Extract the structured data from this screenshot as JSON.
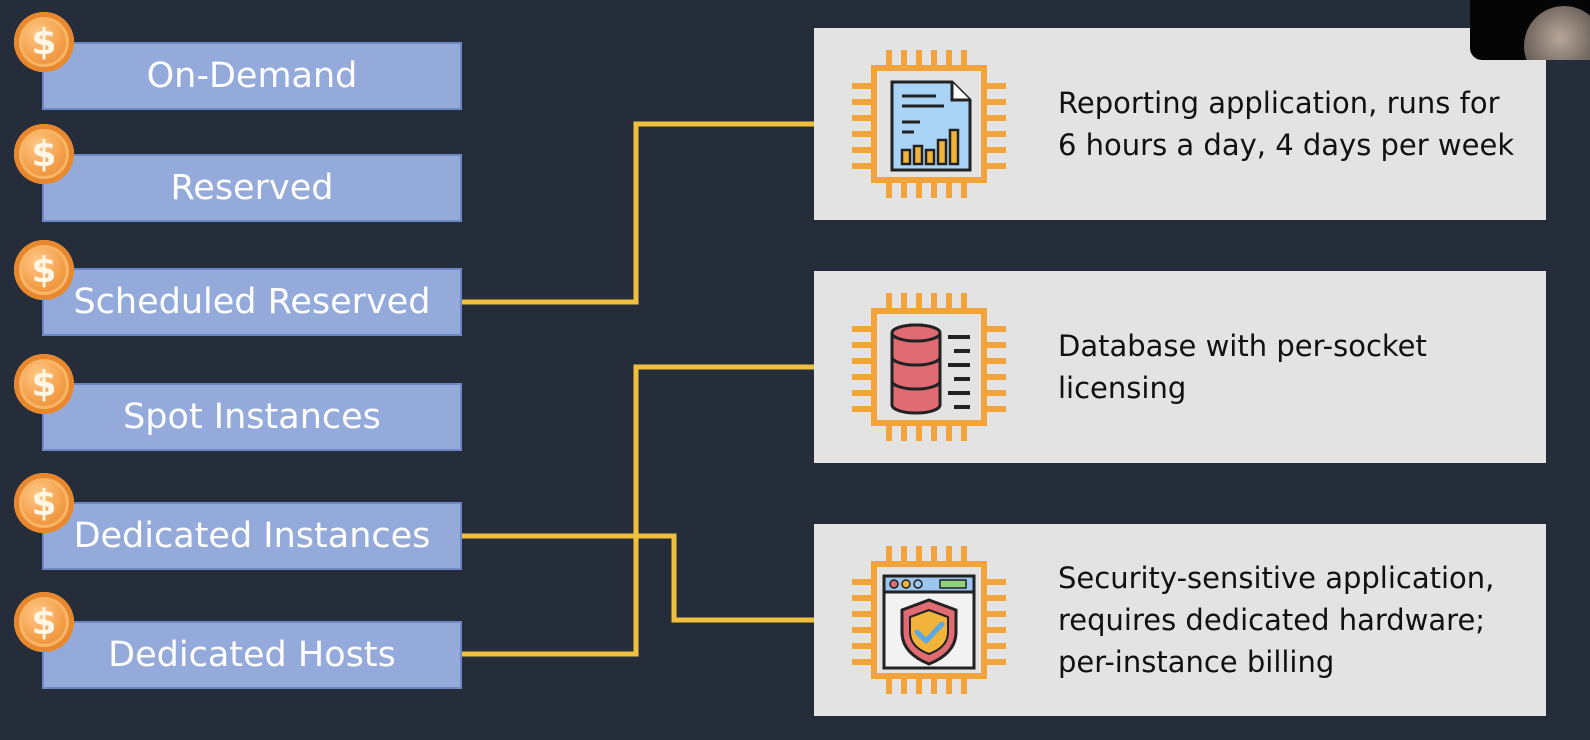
{
  "options": [
    {
      "label": "On-Demand"
    },
    {
      "label": "Reserved"
    },
    {
      "label": "Scheduled Reserved"
    },
    {
      "label": "Spot Instances"
    },
    {
      "label": "Dedicated Instances"
    },
    {
      "label": "Dedicated Hosts"
    }
  ],
  "coin_symbol": "$",
  "use_cases": [
    {
      "line1": "Reporting application, runs for",
      "line2": "6 hours a day, 4 days per week",
      "line3": "",
      "icon": "report-chart-icon"
    },
    {
      "line1": "Database with per-socket",
      "line2": "licensing",
      "line3": "",
      "icon": "database-icon"
    },
    {
      "line1": "Security-sensitive application,",
      "line2": "requires dedicated hardware;",
      "line3": "per-instance billing",
      "icon": "secure-browser-shield-icon"
    }
  ],
  "colors": {
    "background": "#262d3a",
    "option_fill": "#94aadb",
    "connector": "#f0c03c",
    "chip": "#f2a33a",
    "card": "#e3e3e3"
  }
}
